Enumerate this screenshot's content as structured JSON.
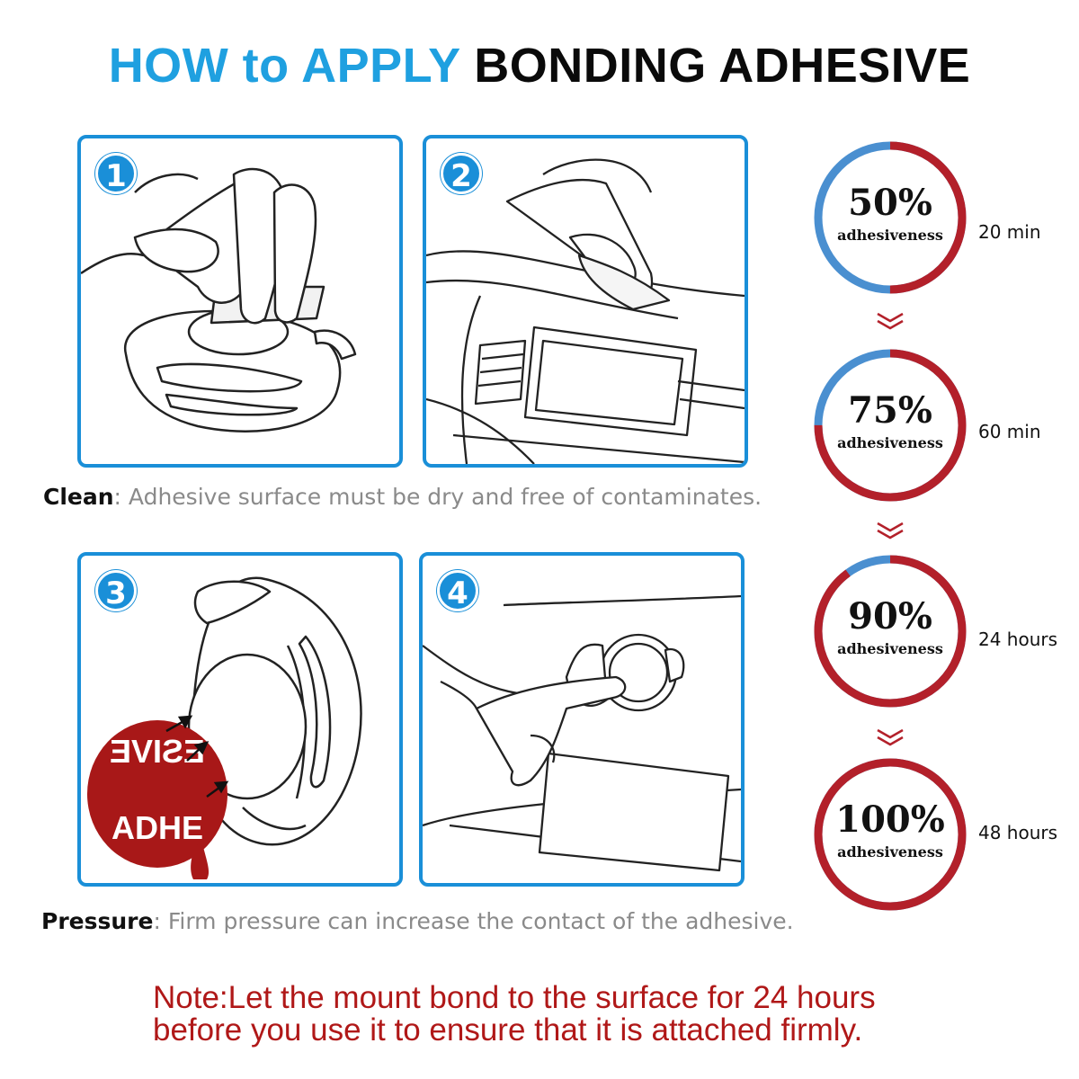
{
  "title": {
    "part1": "HOW to APPLY",
    "part2": "BONDING ADHESIVE"
  },
  "steps": [
    {
      "number": "1"
    },
    {
      "number": "2"
    },
    {
      "number": "3",
      "sticker_top": "ESIVE",
      "sticker_bottom": "ADHE"
    },
    {
      "number": "4"
    }
  ],
  "captions": {
    "clean": {
      "label": "Clean",
      "text": ": Adhesive surface must be dry and free of contaminates."
    },
    "pressure": {
      "label": "Pressure",
      "text": ": Firm pressure can increase the contact of the adhesive."
    }
  },
  "note": {
    "line1": "Note:Let the mount bond to the surface for 24 hours",
    "line2": "before you use it to ensure that it is attached firmly."
  },
  "stages": [
    {
      "percent": "50%",
      "label": "adhesiveness",
      "time": "20 min",
      "level": 0.5
    },
    {
      "percent": "75%",
      "label": "adhesiveness",
      "time": "60 min",
      "level": 0.75
    },
    {
      "percent": "90%",
      "label": "adhesiveness",
      "time": "24 hours",
      "level": 0.9
    },
    {
      "percent": "100%",
      "label": "adhesiveness",
      "time": "48 hours",
      "level": 1.0
    }
  ],
  "colors": {
    "blue": "#1a8fd8",
    "title_blue": "#1fa0e0",
    "red": "#b01818",
    "ring_blue": "#4a8fd0",
    "ring_red": "#b3202a"
  },
  "icons": [
    "chevron-down-icon"
  ]
}
